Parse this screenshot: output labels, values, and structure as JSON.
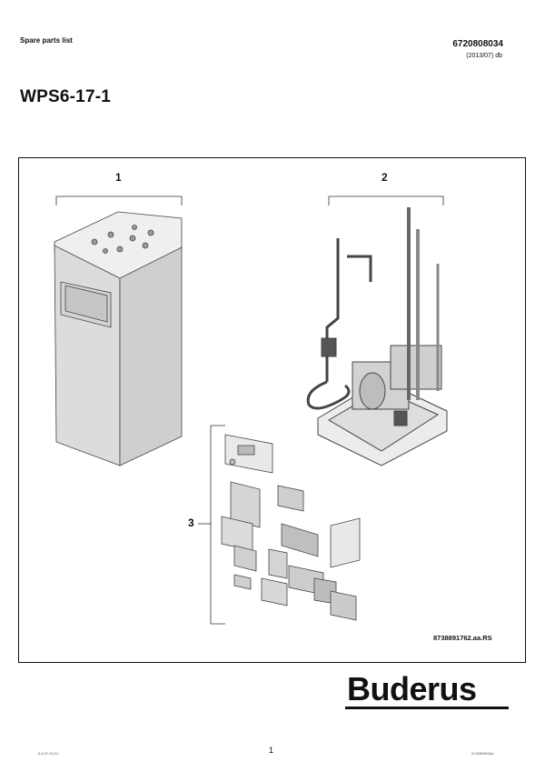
{
  "header": {
    "doc_type": "Spare parts list",
    "doc_number": "6720808034",
    "doc_date": "(2013/07) db"
  },
  "title": {
    "model": "WPS6-17-1"
  },
  "figure": {
    "callouts": [
      "1",
      "2",
      "3"
    ],
    "figure_code": "8738891762.aa.RS",
    "parts": [
      {
        "label": "1",
        "icon": "heat-pump-cabinet"
      },
      {
        "label": "2",
        "icon": "refrigerant-circuit-compressor"
      },
      {
        "label": "3",
        "icon": "electrical-components"
      }
    ]
  },
  "brand": {
    "logo_text": "Buderus"
  },
  "footer": {
    "page_number": "1",
    "left_small": "6.6.07.20.21",
    "right_small": "6720808034a"
  }
}
